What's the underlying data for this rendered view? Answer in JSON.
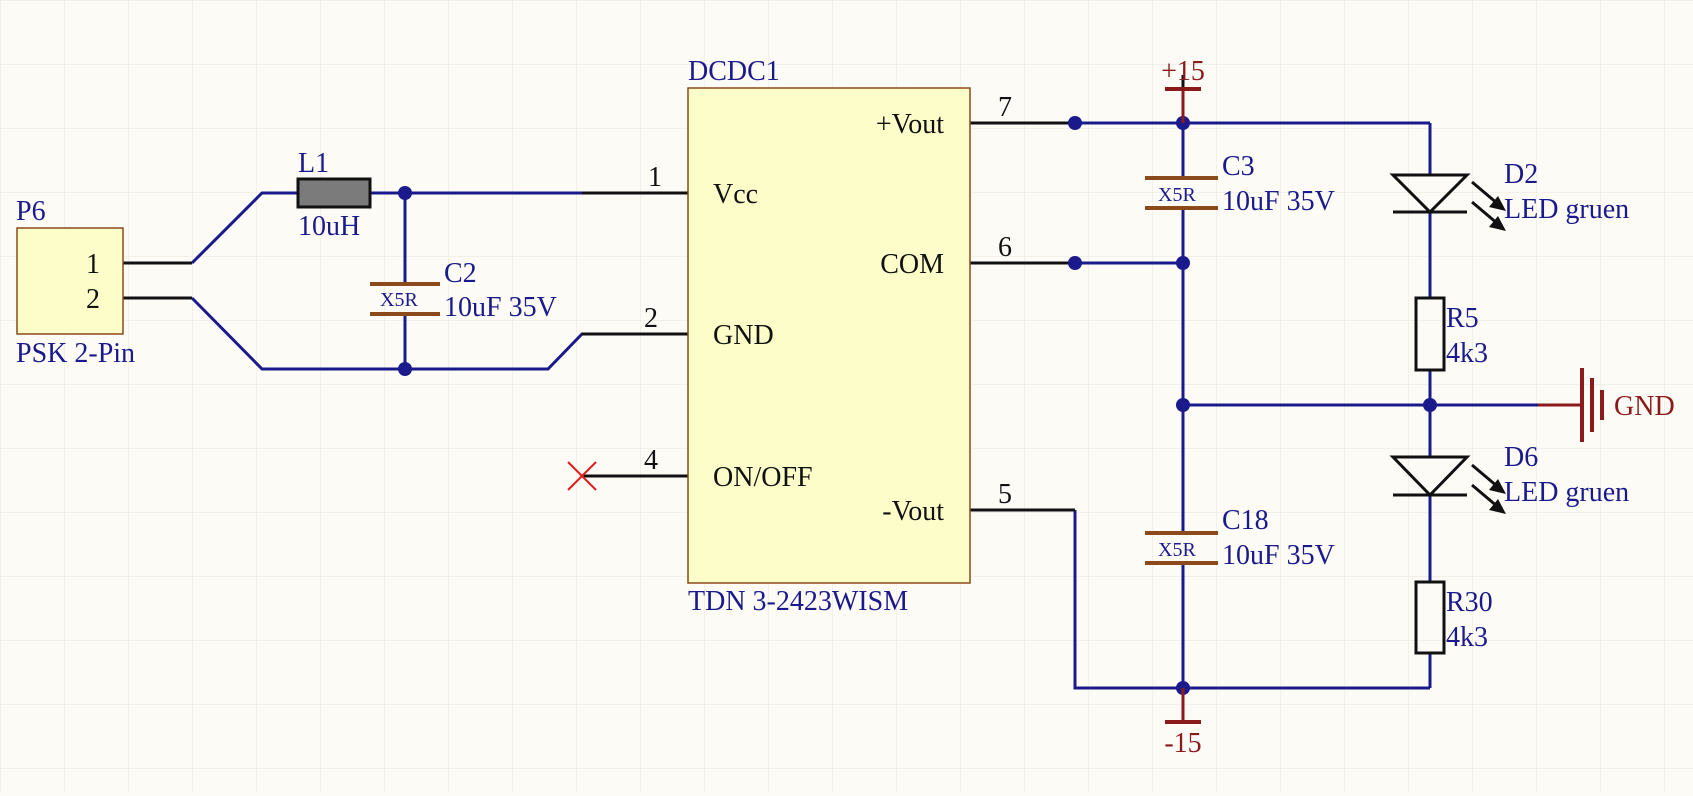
{
  "colors": {
    "background": "#fcfbf6",
    "grid": "#e8e6dc",
    "wire": "#1a1a8c",
    "pin": "#111111",
    "body_fill": "#fdfdc9",
    "body_stroke": "#8b4a1a",
    "power": "#8b1a1a",
    "no_connect": "#e02020",
    "inductor_fill": "#7b7b7b"
  },
  "dcdc": {
    "designator": "DCDC1",
    "value": "TDN 3-2423WISM",
    "pins": {
      "vcc": {
        "name": "Vcc",
        "number": "1"
      },
      "gnd": {
        "name": "GND",
        "number": "2"
      },
      "onoff": {
        "name": "ON/OFF",
        "number": "4"
      },
      "vout_pos": {
        "name": "+Vout",
        "number": "7"
      },
      "com": {
        "name": "COM",
        "number": "6"
      },
      "vout_neg": {
        "name": "-Vout",
        "number": "5"
      }
    }
  },
  "connector": {
    "designator": "P6",
    "value": "PSK 2-Pin",
    "pin1": "1",
    "pin2": "2"
  },
  "inductor": {
    "designator": "L1",
    "value": "10uH"
  },
  "capacitors": {
    "c2": {
      "designator": "C2",
      "value": "10uF 35V",
      "dielectric": "X5R"
    },
    "c3": {
      "designator": "C3",
      "value": "10uF 35V",
      "dielectric": "X5R"
    },
    "c18": {
      "designator": "C18",
      "value": "10uF 35V",
      "dielectric": "X5R"
    }
  },
  "leds": {
    "d2": {
      "designator": "D2",
      "value": "LED gruen"
    },
    "d6": {
      "designator": "D6",
      "value": "LED gruen"
    }
  },
  "resistors": {
    "r5": {
      "designator": "R5",
      "value": "4k3"
    },
    "r30": {
      "designator": "R30",
      "value": "4k3"
    }
  },
  "power_ports": {
    "pos": "+15",
    "neg": "-15",
    "gnd": "GND"
  }
}
